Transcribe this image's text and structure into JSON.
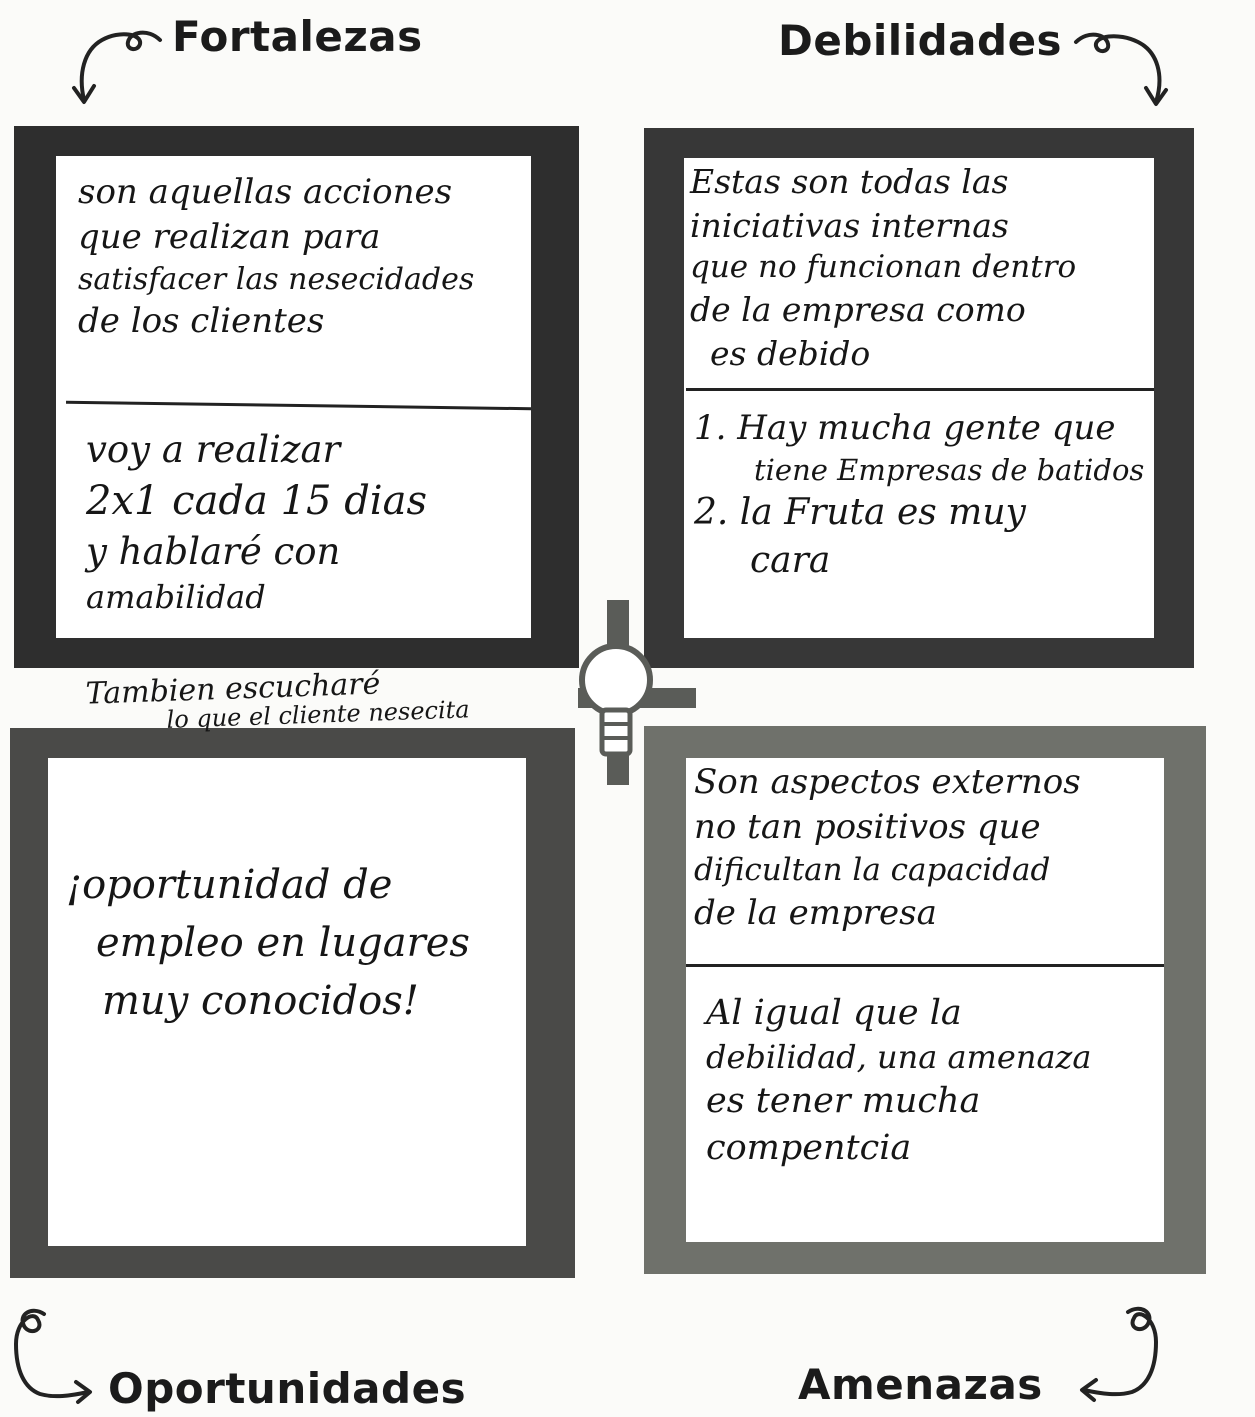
{
  "headings": {
    "strengths": "Fortalezas",
    "weaknesses": "Debilidades",
    "opportunities": "Oportunidades",
    "threats": "Amenazas"
  },
  "strengths": {
    "definition": [
      "son aquellas acciones",
      "que realizan para",
      "satisfacer las nesecidades",
      "de los clientes"
    ],
    "answer": [
      "voy a realizar",
      "2x1 cada 15 dias",
      "y hablaré con",
      "amabilidad"
    ],
    "note": [
      "Tambien escucharé",
      "lo que el cliente nesecita"
    ]
  },
  "weaknesses": {
    "definition": [
      "Estas son todas las",
      "iniciativas internas",
      "que no funcionan dentro",
      "de la empresa como",
      "es debido"
    ],
    "answer": [
      "1. Hay mucha gente que",
      "tiene Empresas de batidos",
      "2. la Fruta es muy",
      "cara"
    ]
  },
  "opportunities": {
    "answer": [
      "¡oportunidad de",
      "empleo en lugares",
      "muy conocidos!"
    ]
  },
  "threats": {
    "definition": [
      "Son aspectos externos",
      "no tan positivos que",
      "dificultan la capacidad",
      "de la empresa"
    ],
    "answer": [
      "Al igual que la",
      "debilidad, una amenaza",
      "es tener mucha",
      "compentcia"
    ]
  },
  "colors": {
    "strengths_frame": "#2e2e2e",
    "weaknesses_frame": "#373737",
    "opportunities_frame": "#4a4a48",
    "threats_frame": "#6f716b",
    "center_shape": "#5a5c58"
  }
}
